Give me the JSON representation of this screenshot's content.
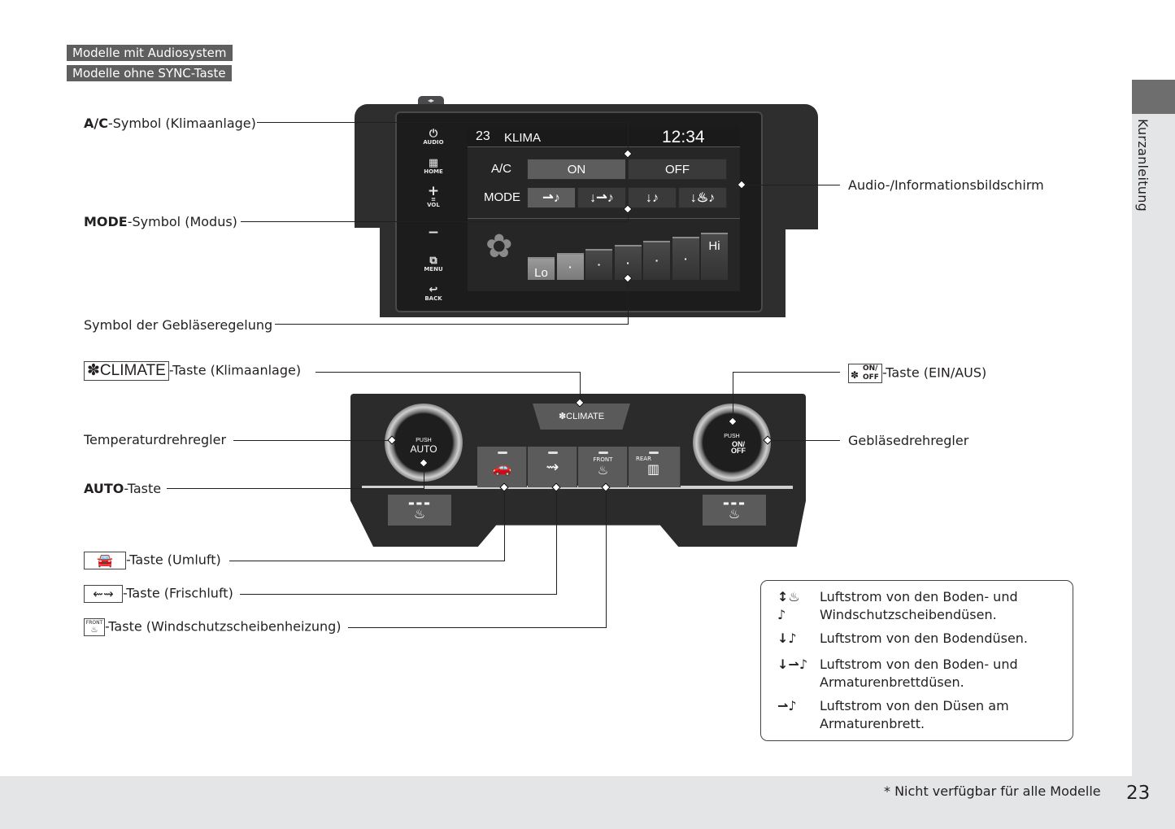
{
  "model_tags": [
    "Modelle mit Audiosystem",
    "Modelle ohne SYNC-Taste"
  ],
  "side_tab": {
    "label": "Kurzanleitung"
  },
  "footer": {
    "footnote": "* Nicht verfügbar für alle Modelle",
    "page_number": "23"
  },
  "display_unit": {
    "side_buttons": [
      {
        "glyph": "⏻",
        "label": "AUDIO"
      },
      {
        "glyph": "▦",
        "label": "HOME"
      },
      {
        "glyph": "+",
        "label": "VOL"
      },
      {
        "glyph": "−",
        "label": ""
      },
      {
        "glyph": "⧉",
        "label": "MENU"
      },
      {
        "glyph": "↩",
        "label": "BACK"
      }
    ],
    "screen": {
      "temperature": "23",
      "title": "KLIMA",
      "clock": "12:34",
      "ac_label": "A/C",
      "ac_options": [
        "ON",
        "OFF"
      ],
      "ac_selected": "ON",
      "mode_label": "MODE",
      "mode_options": [
        {
          "icon": "dashboard-vents-icon",
          "glyph": "⇀♪"
        },
        {
          "icon": "floor-dashboard-vents-icon",
          "glyph": "↓⇀♪"
        },
        {
          "icon": "floor-vents-icon",
          "glyph": "↓♪"
        },
        {
          "icon": "floor-windshield-vents-icon",
          "glyph": "↓♨♪"
        }
      ],
      "mode_selected_index": 0,
      "fan_levels": [
        "Lo",
        "▪",
        "▪",
        "▪",
        "▪",
        "▪",
        "Hi"
      ],
      "fan_level_active_count": 2
    }
  },
  "climate_panel": {
    "climate_button": "✽CLIMATE",
    "left_dial": {
      "top": "PUSH",
      "main": "AUTO"
    },
    "right_dial": {
      "top": "PUSH",
      "main": "ON/",
      "sub": "OFF"
    },
    "buttons": [
      {
        "name": "recirculation",
        "glyph": "🚗",
        "small": ""
      },
      {
        "name": "fresh-air",
        "glyph": "⇝",
        "small": ""
      },
      {
        "name": "front-defroster",
        "glyph": "♨",
        "small": "FRONT"
      },
      {
        "name": "rear-defroster",
        "glyph": "▥",
        "small": "REAR"
      }
    ],
    "seat_heater_glyph": "♨"
  },
  "callouts_left": {
    "ac_symbol": {
      "bold": "A/C",
      "text": "-Symbol (Klimaanlage)"
    },
    "mode_symbol": {
      "bold": "MODE",
      "text": "-Symbol (Modus)"
    },
    "fan_symbol": {
      "text": "Symbol der Gebläseregelung"
    },
    "climate_key": {
      "icon_text": "✽CLIMATE",
      "text": "-Taste (Klimaanlage)"
    },
    "temp_dial": {
      "text": "Temperaturdrehregler"
    },
    "auto_key": {
      "bold": "AUTO",
      "text": "-Taste"
    },
    "recirc_key": {
      "text": "-Taste (Umluft)"
    },
    "fresh_key": {
      "text": "-Taste (Frischluft)"
    },
    "defrost_key": {
      "icon_text": "FRONT",
      "text": "-Taste (Windschutzscheibenheizung)"
    }
  },
  "callouts_right": {
    "screen": {
      "text": "Audio-/Informationsbildschirm"
    },
    "onoff_key": {
      "icon_text_top": "ON/",
      "icon_text_bottom": "OFF",
      "text": "-Taste (EIN/AUS)"
    },
    "fan_dial": {
      "text": "Gebläsedrehregler"
    }
  },
  "legend": [
    {
      "icon": "floor-windshield-vents-icon",
      "glyph": "↕♨♪",
      "text": "Luftstrom von den Boden- und Windschutzscheibendüsen."
    },
    {
      "icon": "floor-vents-icon",
      "glyph": "↓♪",
      "text": "Luftstrom von den Bodendüsen."
    },
    {
      "icon": "floor-dashboard-vents-icon",
      "glyph": "↓⇀♪",
      "text": "Luftstrom von den Boden- und Armaturenbrettdüsen."
    },
    {
      "icon": "dashboard-vents-icon",
      "glyph": "⇀♪",
      "text": "Luftstrom von den Düsen am Armaturenbrett."
    }
  ]
}
